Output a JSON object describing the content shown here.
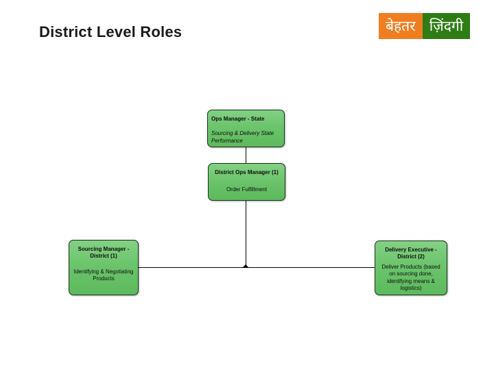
{
  "page": {
    "title": "District Level Roles"
  },
  "logo": {
    "left_text": "बेहतर",
    "right_text": "ज़िंदगी",
    "left_bg": "#EF7E20",
    "right_bg": "#2F7C15",
    "text_color": "#FFFFFF"
  },
  "chart": {
    "type": "org-chart",
    "node_fill": "#6CC46C",
    "node_border": "#16301A",
    "connector_color": "#000000",
    "nodes": [
      {
        "id": "ops-manager-state",
        "title": "Ops Manager - State",
        "subtitle": "Sourcing & Delivery State Performance",
        "parent": null
      },
      {
        "id": "district-ops-manager",
        "title": "District Ops Manager (1)",
        "subtitle": "Order Fulfillment",
        "parent": "ops-manager-state"
      },
      {
        "id": "sourcing-manager-district",
        "title": "Sourcing Manager - District (1)",
        "subtitle": "Identifying & Negotiating Products",
        "parent": "district-ops-manager"
      },
      {
        "id": "delivery-executive-district",
        "title": "Delivery Executive - District (2)",
        "subtitle": "Deliver Products (based on sourcing done, identifying means & logistics)",
        "parent": "district-ops-manager"
      }
    ]
  }
}
